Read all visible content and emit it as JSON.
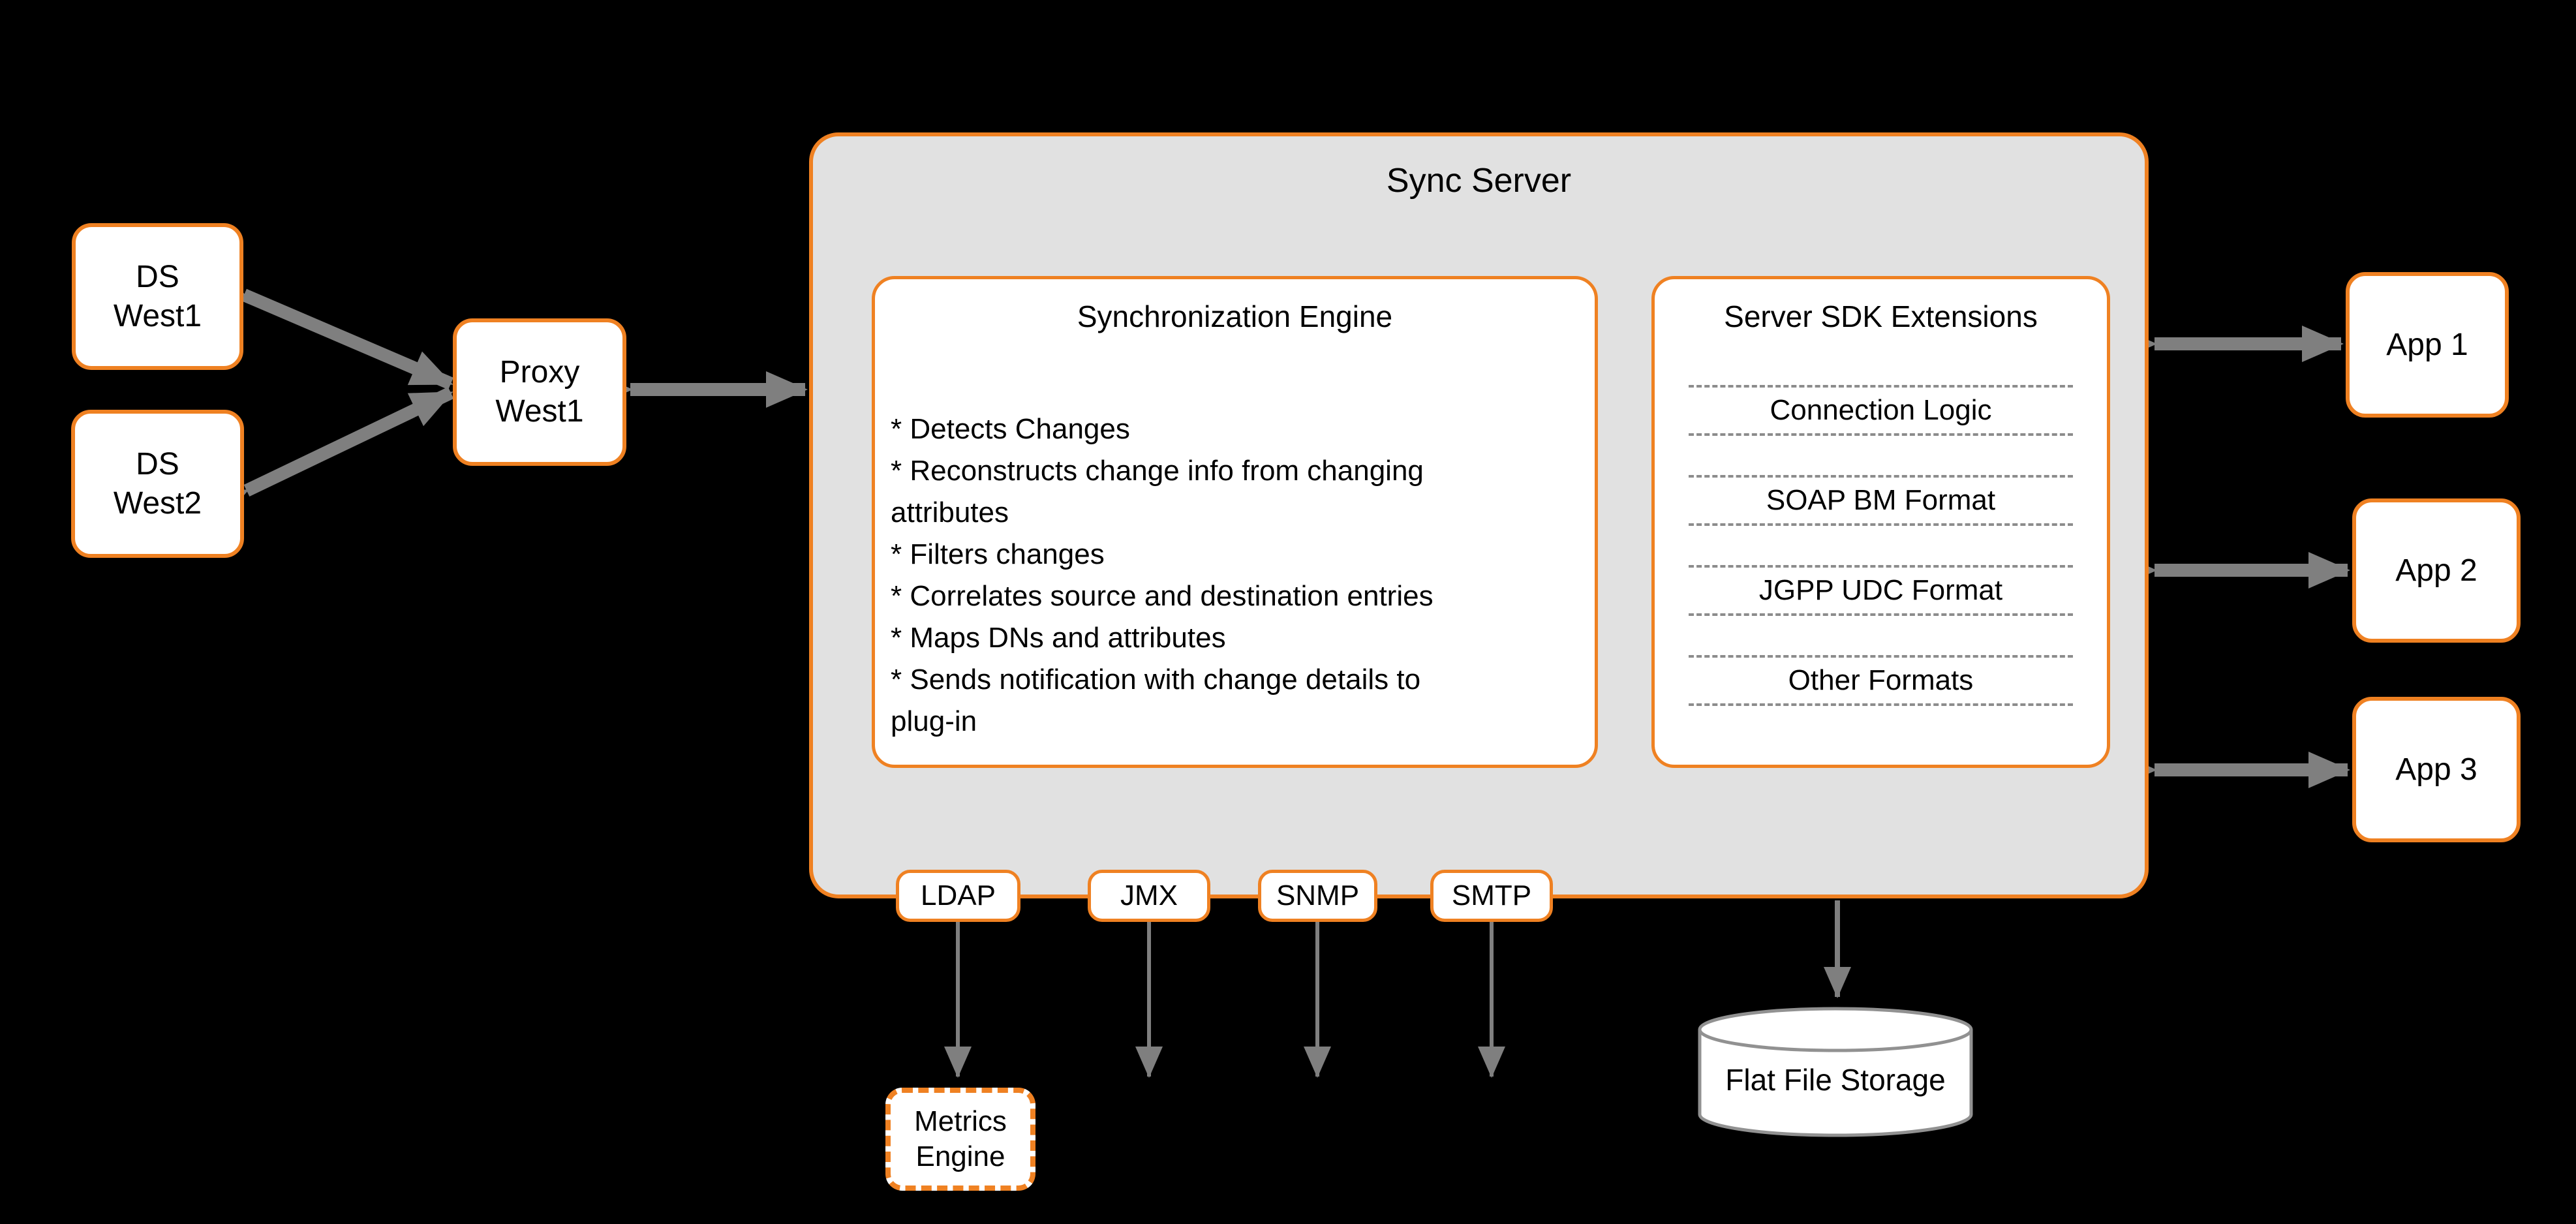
{
  "diagram": {
    "left_nodes": {
      "ds_west1": {
        "label": "DS\nWest1"
      },
      "ds_west2": {
        "label": "DS\nWest2"
      },
      "proxy_west1": {
        "label": "Proxy\nWest1"
      }
    },
    "sync_server": {
      "title": "Sync Server",
      "synchronization_engine": {
        "title": "Synchronization Engine",
        "bullets": [
          "* Detects Changes",
          "* Reconstructs change info from changing\nattributes",
          "* Filters changes",
          "* Correlates source and destination entries",
          "* Maps DNs and attributes",
          "* Sends notification with change details to\nplug-in"
        ]
      },
      "server_sdk_extensions": {
        "title": "Server SDK Extensions",
        "items": [
          "Connection Logic",
          "SOAP BM Format",
          "JGPP UDC Format",
          "Other Formats"
        ]
      },
      "protocol_tabs": [
        {
          "label": "LDAP"
        },
        {
          "label": "JMX"
        },
        {
          "label": "SNMP"
        },
        {
          "label": "SMTP"
        }
      ]
    },
    "apps": [
      {
        "label": "App 1"
      },
      {
        "label": "App 2"
      },
      {
        "label": "App 3"
      }
    ],
    "metrics_engine": {
      "label": "Metrics\nEngine"
    },
    "flat_file_storage": {
      "label": "Flat File Storage"
    },
    "colors": {
      "background": "#000000",
      "accent_orange": "#EF8122",
      "panel_gray": "#E1E1E1",
      "box_fill": "#FFFFFF",
      "arrow_gray": "#7F7F7F",
      "dashed_line_gray": "#8C8C8C",
      "cylinder_stroke": "#919191",
      "text": "#000000"
    }
  }
}
